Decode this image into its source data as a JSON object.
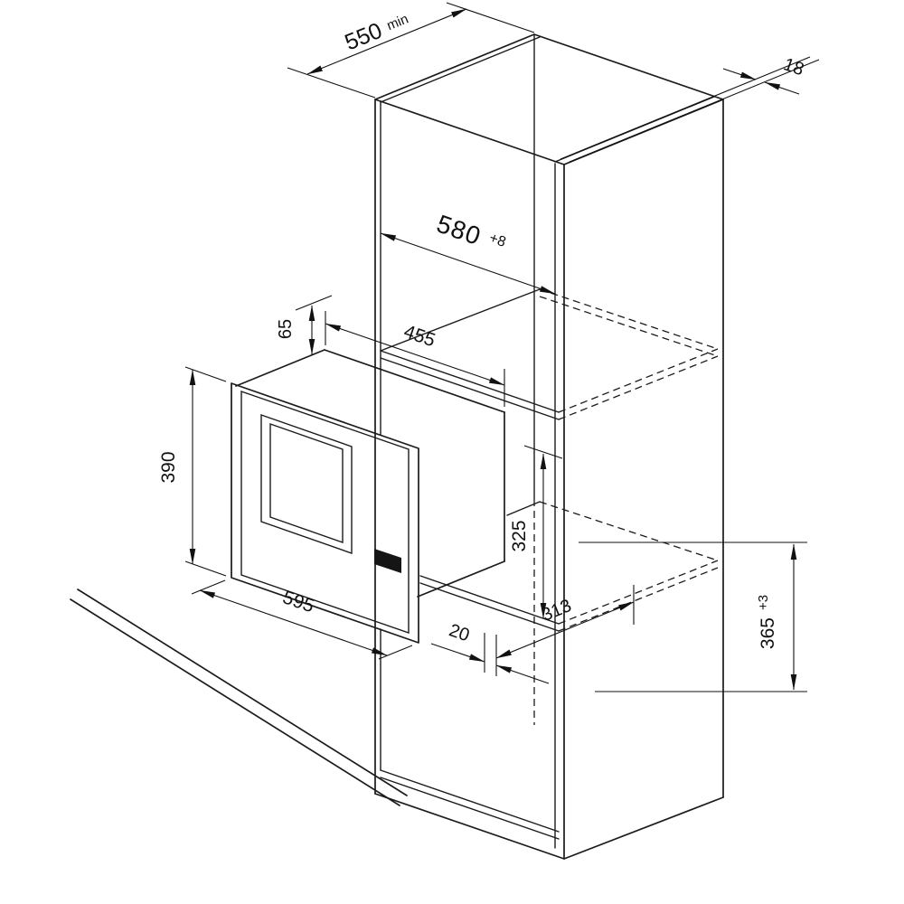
{
  "dimensions": {
    "cabinet_depth": {
      "value": "550",
      "suffix": "min"
    },
    "panel_thickness": {
      "value": "18"
    },
    "niche_width": {
      "value": "580",
      "tolerance": "+8"
    },
    "body_width": {
      "value": "455"
    },
    "top_clearance": {
      "value": "65"
    },
    "frame_height": {
      "value": "390"
    },
    "inner_height": {
      "value": "325"
    },
    "frame_width": {
      "value": "595"
    },
    "front_gap": {
      "value": "20"
    },
    "body_depth": {
      "value": "313"
    },
    "niche_height": {
      "value": "365",
      "tolerance": "+3"
    }
  }
}
